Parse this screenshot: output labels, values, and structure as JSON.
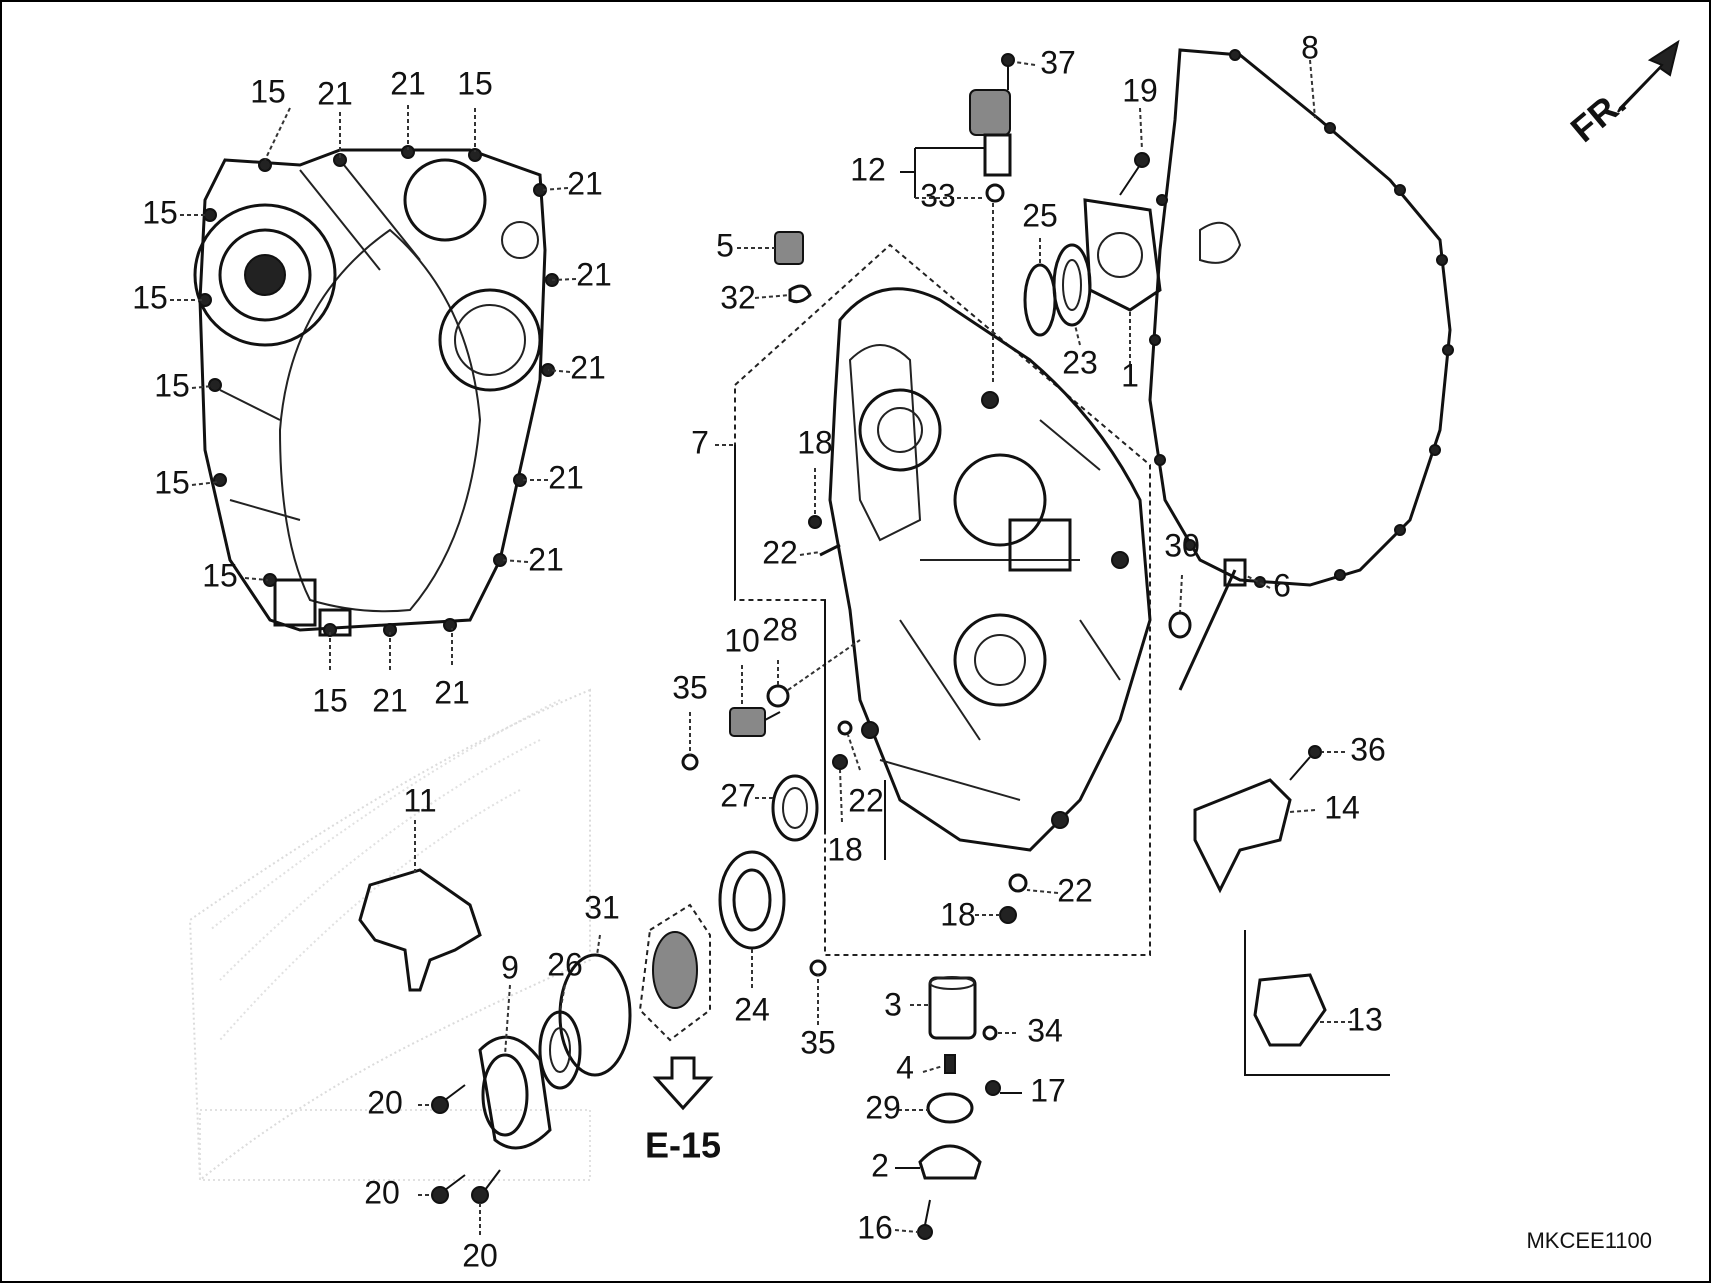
{
  "diagram": {
    "callouts": [
      "1",
      "2",
      "3",
      "4",
      "5",
      "6",
      "7",
      "8",
      "9",
      "10",
      "11",
      "12",
      "13",
      "14",
      "15",
      "16",
      "17",
      "18",
      "19",
      "20",
      "21",
      "22",
      "23",
      "24",
      "25",
      "26",
      "27",
      "28",
      "29",
      "30",
      "31",
      "32",
      "33",
      "34",
      "35",
      "36",
      "37"
    ],
    "section_ref": "E-15",
    "orientation": "FR.",
    "drawing_code": "MKCEE1100"
  },
  "icons": {
    "front_arrow": "arrow-icon",
    "section_arrow": "arrow-down-icon",
    "watermark": "wing-logo"
  }
}
